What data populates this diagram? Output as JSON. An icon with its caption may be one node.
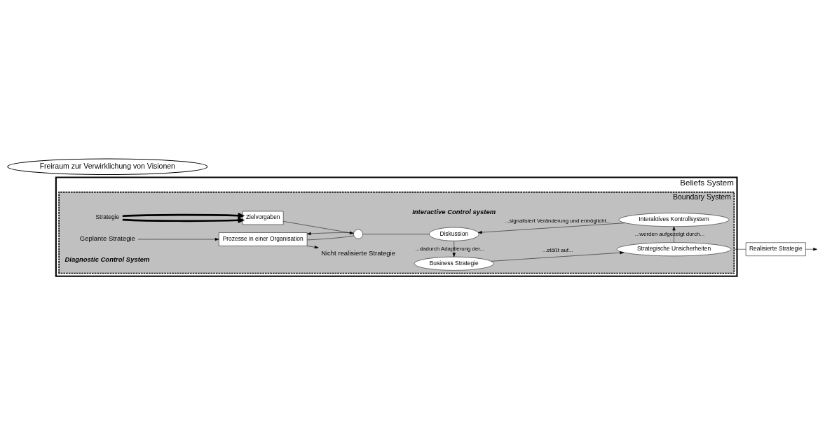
{
  "diagram": {
    "nodes": [
      {
        "text": [
          "Beliefs System"
        ]
      },
      {
        "text": [
          "Boundary System"
        ],
        "in": 0
      },
      {
        "text": [
          "Freiraum zur Verwirklichung von Visionen"
        ]
      },
      {
        "text": [
          "Geplante Strategie"
        ],
        "in": 1
      },
      {
        "text": [
          "Prozesse in einer Organisation"
        ],
        "in": 1
      },
      {
        "text": [
          "Zielvorgaben"
        ],
        "in": 1
      },
      {
        "text": [
          "Strategie"
        ],
        "in": 1
      },
      {
        "text": [],
        "shape": "circle",
        "in": 1
      },
      {
        "text": [
          "Nicht realisierte Strategie"
        ],
        "in": 1
      },
      {
        "text": [
          "Business Strategie"
        ],
        "in": 1
      },
      {
        "text": [
          "Strategische Unsicherheiten"
        ],
        "in": 1
      },
      {
        "text": [
          "Interaktives Kontrollsystem"
        ],
        "in": 1
      },
      {
        "text": [
          "Diskussion"
        ],
        "in": 1
      },
      {
        "text": [
          "Realisierte Strategie"
        ]
      }
    ],
    "edges": [
      {
        "from": 3,
        "to": 4,
        "arrow": "to"
      },
      {
        "from": 6,
        "to": 5,
        "arrow": "to",
        "style": "thick"
      },
      {
        "from": 6,
        "to": 5,
        "arrow": "to",
        "style": "thick"
      },
      {
        "from": 4,
        "to": 7,
        "arrow": "none"
      },
      {
        "from": 5,
        "to": 7,
        "arrow": "to"
      },
      {
        "from": 7,
        "to": 4,
        "arrow": "to"
      },
      {
        "from": 4,
        "to": 8,
        "arrow": "to"
      },
      {
        "from": 7,
        "to": 12,
        "arrow": "none"
      },
      {
        "from": 12,
        "to": 9,
        "label": "...dadurch Adaptierung der...",
        "arrow": "to"
      },
      {
        "from": 9,
        "to": 10,
        "label": "...stößt auf...",
        "arrow": "to"
      },
      {
        "from": 10,
        "to": 11,
        "label": "...werden aufgezeigt durch...",
        "arrow": "to"
      },
      {
        "from": 11,
        "to": 12,
        "label": "...signalisiert Veränderung und ermöglicht...",
        "arrow": "to"
      },
      {
        "from": 1,
        "to": 13,
        "arrow": "none"
      },
      {
        "from": 13,
        "to": null,
        "arrow": "to"
      }
    ],
    "labels": [
      "Diagnostic Control System",
      "Interactive Control system"
    ]
  }
}
